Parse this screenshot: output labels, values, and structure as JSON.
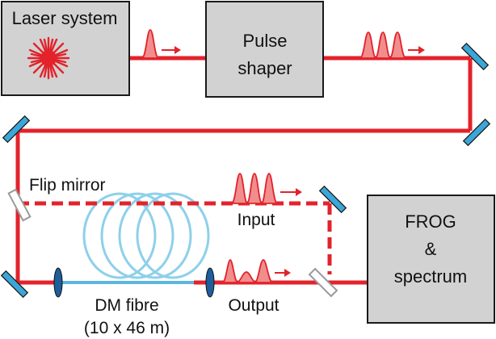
{
  "labels": {
    "laser": "Laser system",
    "shaper_1": "Pulse",
    "shaper_2": "shaper",
    "flip_mirror": "Flip mirror",
    "input": "Input",
    "output": "Output",
    "fibre_1": "DM fibre",
    "fibre_2": "(10 x 46 m)",
    "frog_1": "FROG",
    "frog_2": "&",
    "frog_3": "spectrum"
  },
  "colors": {
    "beam": "#e3222a",
    "box_fill": "#d2d2d2",
    "box_stroke": "#1a1a1a",
    "mirror": "#3aa7d8",
    "fibre": "#8ed0ea",
    "pulse_fill": "#f08e8e",
    "flip_mirror": "#9a9a9a",
    "lens": "#1d5e9b"
  }
}
